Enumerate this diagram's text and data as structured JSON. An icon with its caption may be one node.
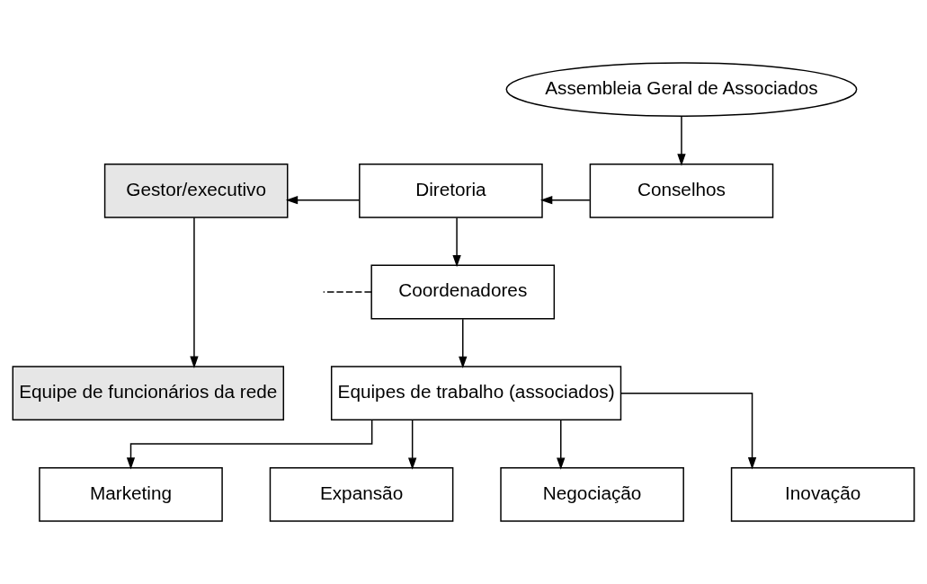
{
  "diagram": {
    "nodes": [
      {
        "text": [
          "Assembleia Geral de Associados"
        ]
      },
      {
        "text": [
          "Gestor/executivo"
        ]
      },
      {
        "text": [
          "Diretoria"
        ]
      },
      {
        "text": [
          "Conselhos"
        ]
      },
      {
        "text": [
          "Coordenadores"
        ]
      },
      {
        "text": [
          "Equipe de funcionários da rede"
        ]
      },
      {
        "text": [
          "Equipes de trabalho (associados)"
        ]
      },
      {
        "text": [
          "Marketing"
        ]
      },
      {
        "text": [
          "Expansão"
        ]
      },
      {
        "text": [
          "Negociação"
        ]
      },
      {
        "text": [
          "Inovação"
        ]
      }
    ],
    "edges": [
      {
        "from": 0,
        "to": 3,
        "arrow": "to"
      },
      {
        "from": 3,
        "to": 2,
        "arrow": "to"
      },
      {
        "from": 2,
        "to": 1,
        "arrow": "to"
      },
      {
        "from": 2,
        "to": 4,
        "arrow": "to"
      },
      {
        "from": 1,
        "to": 5,
        "arrow": "to"
      },
      {
        "from": 4,
        "to": null,
        "arrow": "none",
        "style": "dashed"
      },
      {
        "from": 4,
        "to": 6,
        "arrow": "to"
      },
      {
        "from": 6,
        "to": 7,
        "arrow": "to"
      },
      {
        "from": 6,
        "to": 8,
        "arrow": "to"
      },
      {
        "from": 6,
        "to": 9,
        "arrow": "to"
      },
      {
        "from": 6,
        "to": 10,
        "arrow": "to"
      }
    ]
  }
}
